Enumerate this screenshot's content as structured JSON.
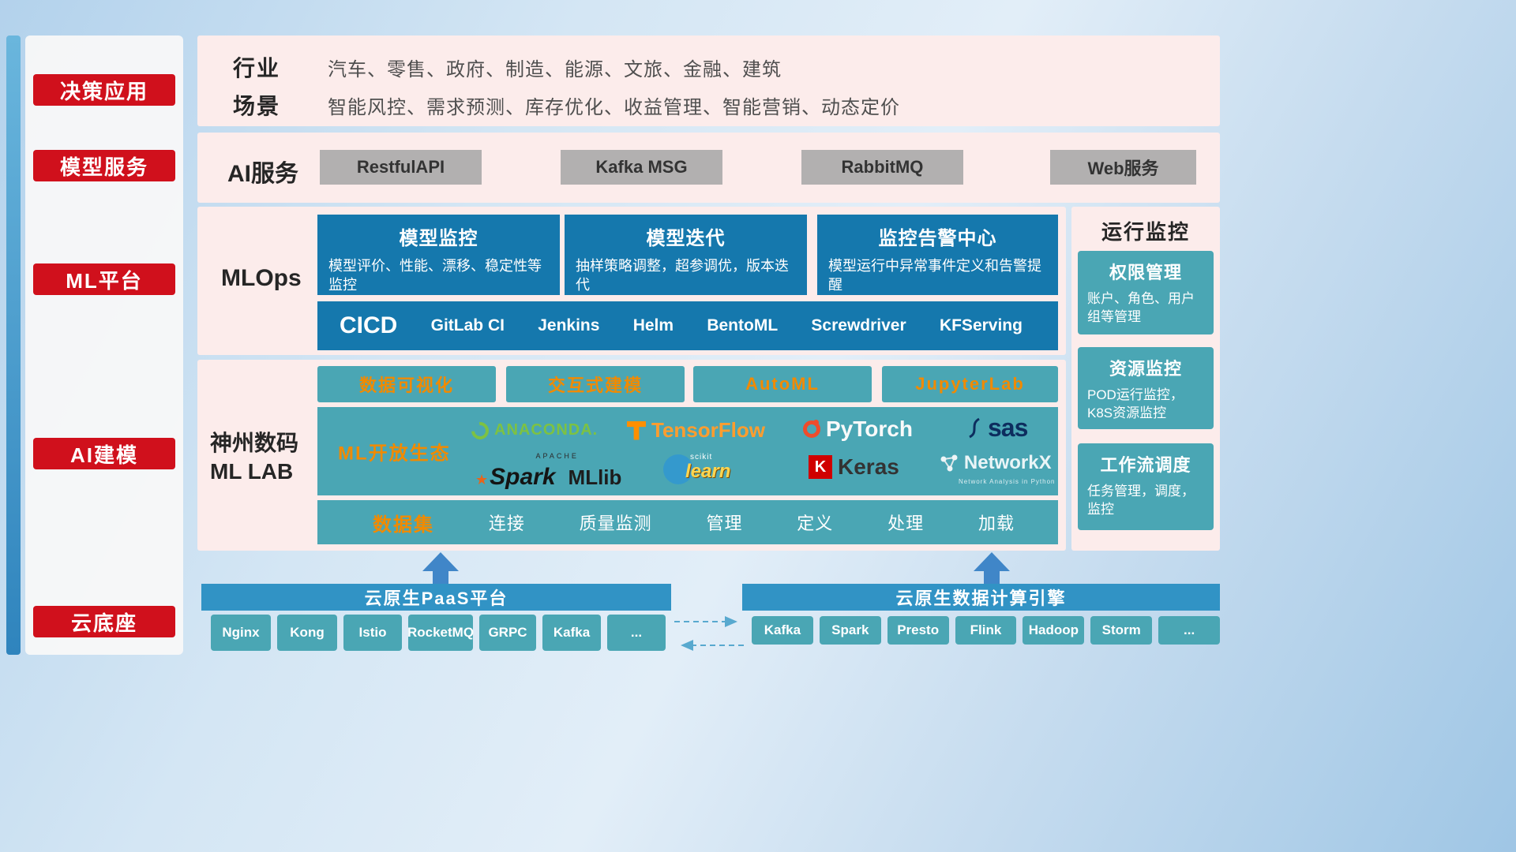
{
  "sidebar": {
    "items": [
      {
        "label": "决策应用"
      },
      {
        "label": "模型服务"
      },
      {
        "label": "ML平台"
      },
      {
        "label": "AI建模"
      },
      {
        "label": "云底座"
      }
    ]
  },
  "industry": {
    "rows": [
      {
        "label": "行业",
        "text": "汽车、零售、政府、制造、能源、文旅、金融、建筑"
      },
      {
        "label": "场景",
        "text": "智能风控、需求预测、库存优化、收益管理、智能营销、动态定价"
      }
    ]
  },
  "ai_service": {
    "label": "AI服务",
    "buttons": [
      "RestfulAPI",
      "Kafka MSG",
      "RabbitMQ",
      "Web服务"
    ]
  },
  "mlops": {
    "label": "MLOps",
    "cards": [
      {
        "title": "模型监控",
        "desc": "模型评价、性能、漂移、稳定性等监控"
      },
      {
        "title": "模型迭代",
        "desc": "抽样策略调整，超参调优，版本迭代"
      },
      {
        "title": "监控告警中心",
        "desc": "模型运行中异常事件定义和告警提醒"
      }
    ],
    "cicd_label": "CICD",
    "cicd_items": [
      "GitLab CI",
      "Jenkins",
      "Helm",
      "BentoML",
      "Screwdriver",
      "KFServing"
    ]
  },
  "mllab": {
    "label_line1": "神州数码",
    "label_line2": "ML LAB",
    "tools": [
      "数据可视化",
      "交互式建模",
      "AutoML",
      "JupyterLab"
    ],
    "ecosystem_label": "ML开放生态",
    "logos": {
      "anaconda": "ANACONDA.",
      "tensorflow": "TensorFlow",
      "pytorch": "PyTorch",
      "sas": "sas",
      "spark_apache": "APACHE",
      "spark": "Spark",
      "mllib": "MLlib",
      "scikit_top": "scikit",
      "scikit_script": "learn",
      "keras_k": "K",
      "keras": "Keras",
      "networkx": "NetworkX",
      "networkx_sub": "Network Analysis in Python"
    },
    "dataset_label": "数据集",
    "dataset_items": [
      "连接",
      "质量监测",
      "管理",
      "定义",
      "处理",
      "加载"
    ]
  },
  "monitor": {
    "title": "运行监控",
    "cards": [
      {
        "title": "权限管理",
        "desc": "账户、角色、用户组等管理"
      },
      {
        "title": "资源监控",
        "desc": "POD运行监控，K8S资源监控"
      },
      {
        "title": "工作流调度",
        "desc": "任务管理，调度，监控"
      }
    ]
  },
  "foundation": {
    "paas_title": "云原生PaaS平台",
    "paas_items": [
      "Nginx",
      "Kong",
      "Istio",
      "RocketMQ",
      "GRPC",
      "Kafka",
      "..."
    ],
    "engine_title": "云原生数据计算引擎",
    "engine_items": [
      "Kafka",
      "Spark",
      "Presto",
      "Flink",
      "Hadoop",
      "Storm",
      "..."
    ]
  },
  "colors": {
    "accent_red": "#d0101c",
    "card_blue": "#1578ad",
    "teal": "#4aa6b4",
    "orange": "#f18a00",
    "bar_blue": "#3193c5",
    "panel_pink": "#fceceb"
  }
}
